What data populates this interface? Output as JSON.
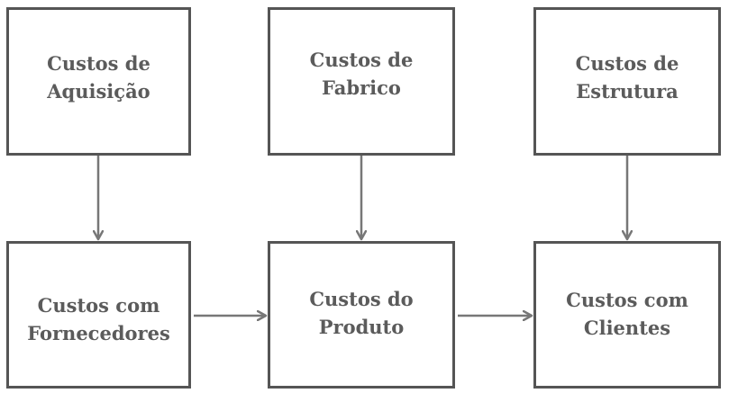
{
  "diagram": {
    "boxes": {
      "custos_aquisicao": "Custos de\nAquisição",
      "custos_fabrico": "Custos de\nFabrico",
      "custos_estrutura": "Custos de\nEstrutura",
      "custos_fornecedores": "Custos com\nFornecedores",
      "custos_produto": "Custos do\nProduto",
      "custos_clientes": "Custos com\nClientes"
    },
    "colors": {
      "border": "#555555",
      "arrow": "#777777",
      "text": "#5b5b5b",
      "background": "#ffffff"
    }
  }
}
